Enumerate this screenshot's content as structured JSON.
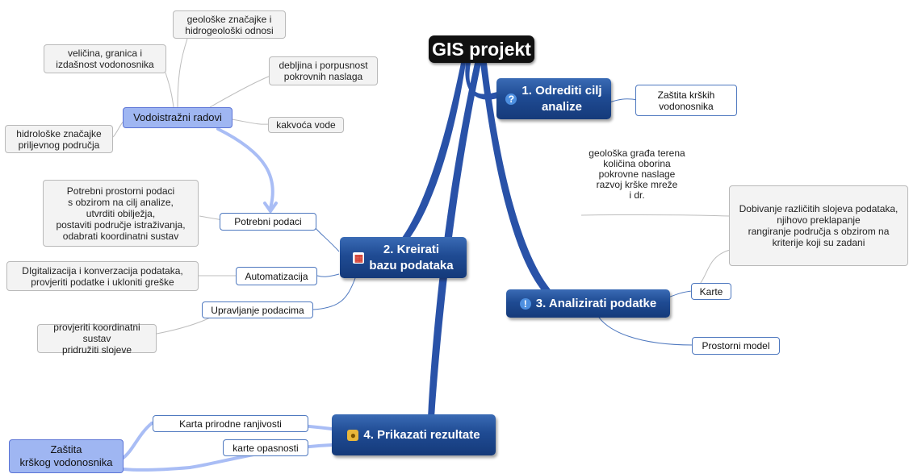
{
  "root": {
    "label": "GIS projekt"
  },
  "main1": {
    "label": "1. Odrediti cilj\nanalize",
    "icon": "question-icon"
  },
  "main2": {
    "label": "2. Kreirati\nbazu podataka",
    "icon": "calendar-icon"
  },
  "main3": {
    "label": "3. Analizirati podatke",
    "icon": "exclamation-icon"
  },
  "main4": {
    "label": "4. Prikazati rezultate",
    "icon": "coins-icon"
  },
  "goal": {
    "label": "Zaštita krških\nvodonosnika"
  },
  "analysis_note": {
    "text": "geološka građa terena\nkoličina oborina\npokrovne naslage\nrazvoj krške mreže\ni dr."
  },
  "karte": {
    "label": "Karte"
  },
  "karte_note": {
    "text": "Dobivanje različitih slojeva podataka,\nnjihovo preklapanje\nrangiranje područja s obzirom na\nkriterije koji su zadani"
  },
  "prostorni_model": {
    "label": "Prostorni model"
  },
  "vodoistrazni": {
    "label": "Vodoistražni radovi"
  },
  "vodo_notes": {
    "geoloske": "geološke značajke i\nhidrogeološki odnosi",
    "velicina": "veličina, granica i\nizdašnost vodonosnika",
    "debljina": "debljina i porpusnost\npokrovnih naslaga",
    "kakvoca": "kakvoća vode",
    "hidroloske": "hidrološke značajke\npriljevnog područja"
  },
  "potrebni": {
    "label": "Potrebni podaci",
    "note": "Potrebni prostorni podaci\ns obzirom na cilj analize,\nutvrditi obilježja,\npostaviti područje istraživanja,\nodabrati koordinatni sustav"
  },
  "automatizacija": {
    "label": "Automatizacija",
    "note": "DIgitalizacija i konverzacija podataka,\nprovjeriti podatke i ukloniti greške"
  },
  "upravljanje": {
    "label": "Upravljanje podacima",
    "note": "provjeriti koordinatni sustav\npridružiti slojeve"
  },
  "karta_ranjivosti": {
    "label": "Karta prirodne ranjivosti"
  },
  "karte_opasnosti": {
    "label": "karte opasnosti"
  },
  "zastita_result": {
    "label": "Zaštita\nkrškog vodonosnika"
  },
  "colors": {
    "main_blue": "#1f4b93",
    "root_black": "#111111",
    "branch_blue": "#2952a8",
    "highlight": "#9fb6f2",
    "note_gray": "#f3f3f3"
  }
}
